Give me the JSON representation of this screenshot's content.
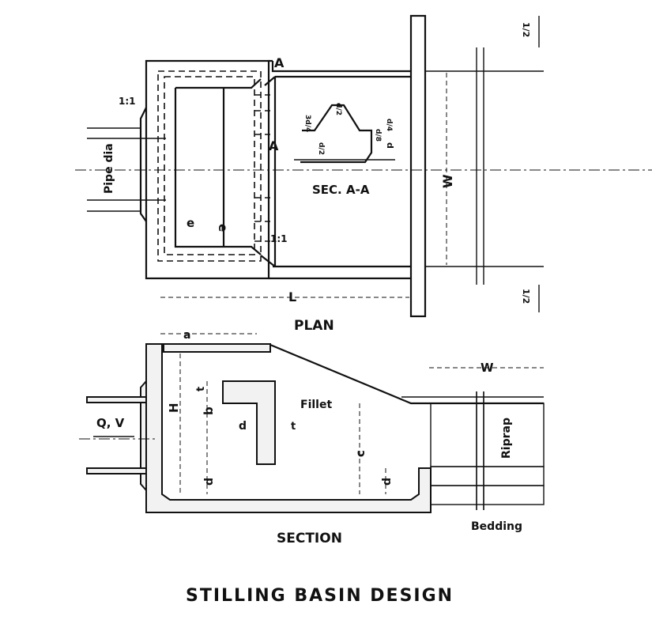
{
  "title": "STILLING BASIN DESIGN",
  "plan": {
    "label": "PLAN",
    "section_mark_top": "A",
    "section_mark_left": "A",
    "slope_top": "1:1",
    "slope_bottom": "1:1",
    "pipe_dia": "Pipe dia",
    "e_horizontal": "e",
    "e_vertical": "e",
    "width": "W",
    "length": "L",
    "half_top": "1/2",
    "half_bottom": "1/2",
    "sec_aa": {
      "label": "SEC. A-A",
      "d_half_top": "d/2",
      "three_d_quarter": "3d/4",
      "d_quarter": "d/4",
      "d_half_bottom": "d/2",
      "d_eighth": "d/8",
      "d": "d"
    }
  },
  "section": {
    "label": "SECTION",
    "a": "a",
    "H": "H",
    "b": "b",
    "t_top": "t",
    "t_side": "t",
    "d_gap": "d",
    "d_left": "d",
    "d_right": "d",
    "c": "c",
    "fillet": "Fillet",
    "flow": "Q, V",
    "W": "W",
    "riprap": "Riprap",
    "bedding": "Bedding"
  }
}
